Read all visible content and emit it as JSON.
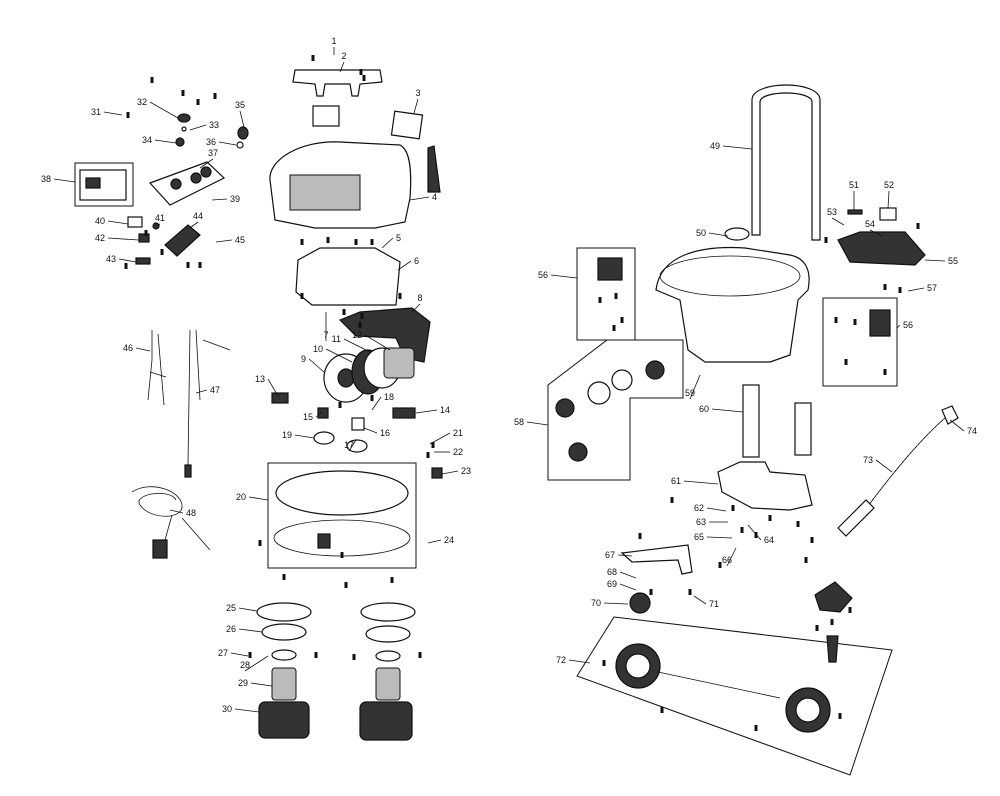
{
  "diagram": {
    "callouts": [
      "1",
      "2",
      "3",
      "4",
      "5",
      "6",
      "7",
      "8",
      "9",
      "10",
      "11",
      "12",
      "13",
      "14",
      "15",
      "16",
      "17",
      "18",
      "19",
      "20",
      "21",
      "22",
      "23",
      "24",
      "25",
      "26",
      "27",
      "28",
      "29",
      "30",
      "31",
      "32",
      "33",
      "34",
      "35",
      "36",
      "37",
      "38",
      "39",
      "40",
      "41",
      "42",
      "43",
      "44",
      "45",
      "46",
      "47",
      "48",
      "49",
      "50",
      "51",
      "52",
      "53",
      "54",
      "55",
      "56",
      "56",
      "57",
      "58",
      "59",
      "60",
      "61",
      "62",
      "63",
      "64",
      "65",
      "66",
      "67",
      "68",
      "69",
      "70",
      "71",
      "72",
      "73",
      "74"
    ]
  },
  "icons": {
    "part": "exploded-part-icon",
    "screw": "screw-icon"
  },
  "colors": {
    "ink": "#111111",
    "paper": "#ffffff",
    "shade": "#bbbbbb"
  }
}
